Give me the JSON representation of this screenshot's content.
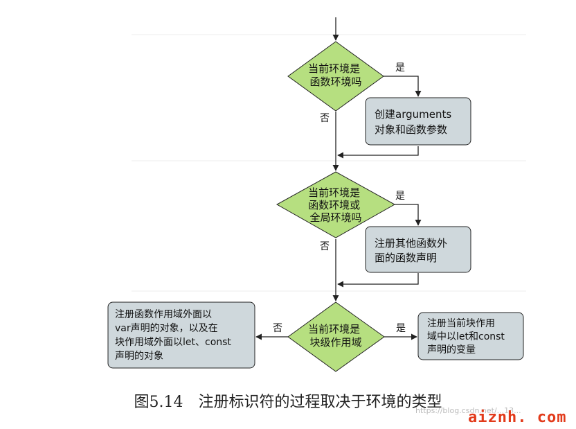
{
  "diagram": {
    "decision1": [
      "当前环境是",
      "函数环境吗"
    ],
    "decision2": [
      "当前环境是",
      "函数环境或",
      "全局环境吗"
    ],
    "decision3": [
      "当前环境是",
      "块级作用域"
    ],
    "box1": [
      "创建arguments",
      "对象和函数参数"
    ],
    "box2": [
      "注册其他函数外",
      "面的函数声明"
    ],
    "box3": [
      "注册当前块作用",
      "域中以let和const",
      "声明的变量"
    ],
    "box4": [
      "注册函数作用域外面以",
      "var声明的对象，以及在",
      "块作用域外面以let、const",
      "声明的对象"
    ],
    "yes": "是",
    "no": "否"
  },
  "caption": "图5.14　注册标识符的过程取决于环境的类型",
  "watermark": "https://blog.csdn.net/...13...",
  "brand": "aiznh. com",
  "colors": {
    "diamond_fill": "#b6df80",
    "box_fill": "#cfd8dc",
    "line": "#222222"
  }
}
